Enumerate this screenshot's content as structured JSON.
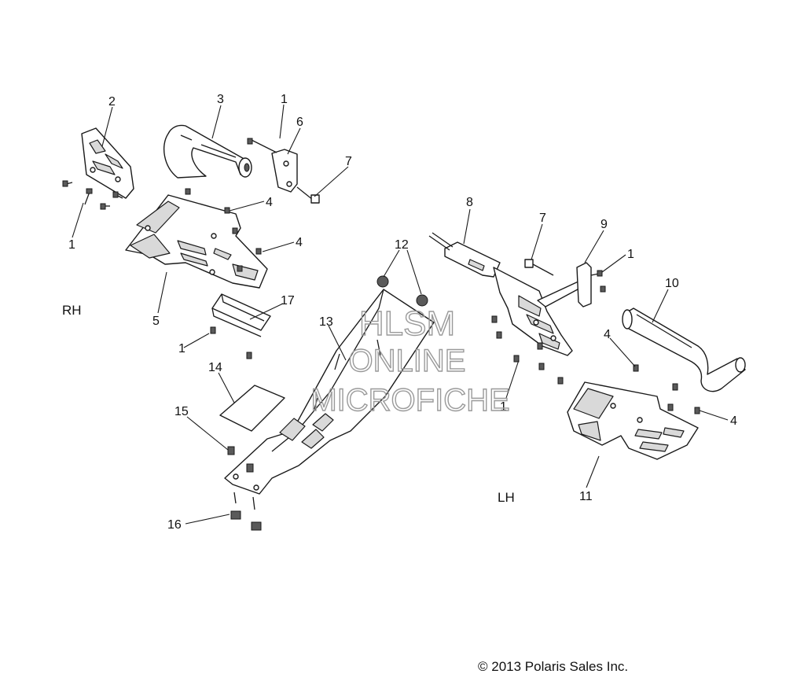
{
  "callouts": [
    {
      "text": "2"
    },
    {
      "text": "3"
    },
    {
      "text": "1"
    },
    {
      "text": "6"
    },
    {
      "text": "7"
    },
    {
      "text": "1"
    },
    {
      "text": "4"
    },
    {
      "text": "4"
    },
    {
      "text": "5"
    },
    {
      "text": "17"
    },
    {
      "text": "1"
    },
    {
      "text": "14"
    },
    {
      "text": "15"
    },
    {
      "text": "16"
    },
    {
      "text": "13"
    },
    {
      "text": "12"
    },
    {
      "text": "8"
    },
    {
      "text": "7"
    },
    {
      "text": "9"
    },
    {
      "text": "1"
    },
    {
      "text": "10"
    },
    {
      "text": "4"
    },
    {
      "text": "1"
    },
    {
      "text": "4"
    },
    {
      "text": "11"
    }
  ],
  "sides": {
    "right": "RH",
    "left": "LH"
  },
  "watermark": {
    "line1": "HLSM",
    "line2": "ONLINE",
    "line3": "MICROFICHE"
  },
  "copyright": "© 2013 Polaris Sales Inc."
}
